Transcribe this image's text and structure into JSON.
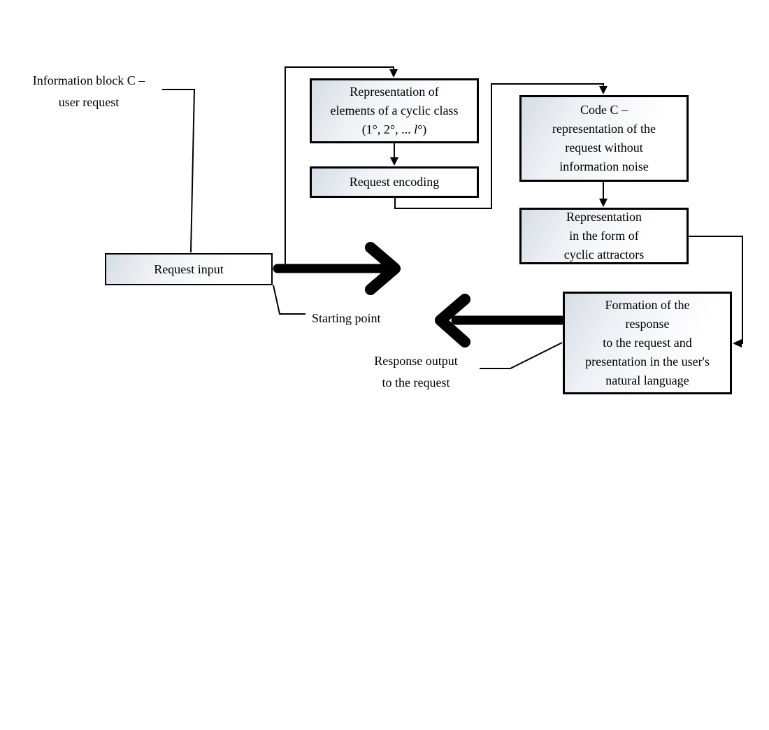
{
  "diagram": {
    "colors": {
      "background": "#ffffff",
      "line": "#000000",
      "box_border": "#000000",
      "box_fill_top": "#d7dde5",
      "box_fill_bottom": "#ffffff"
    },
    "boxes": {
      "request_input": {
        "lines": [
          "Request input"
        ]
      },
      "cyclic_class": {
        "lines": [
          "Representation of",
          "elements of a cyclic class"
        ],
        "formula_pre": "(1°, 2°, ... ",
        "formula_var": "l",
        "formula_post": "°)"
      },
      "request_encoding": {
        "lines": [
          "Request encoding"
        ]
      },
      "code_c": {
        "lines": [
          "Code C –",
          "representation of the",
          "request without",
          "information noise"
        ]
      },
      "cyclic_attractors": {
        "lines": [
          "Representation",
          "in the form of",
          "cyclic attractors"
        ]
      },
      "formation": {
        "lines": [
          "Formation of the",
          "response",
          "to the request and",
          "presentation in the user's",
          "natural language"
        ]
      }
    },
    "labels": {
      "information_block": {
        "lines": [
          "Information block C –",
          "user request"
        ]
      },
      "starting_point": {
        "text": "Starting point"
      },
      "response_output": {
        "lines": [
          "Response output",
          "to the request"
        ]
      }
    }
  }
}
